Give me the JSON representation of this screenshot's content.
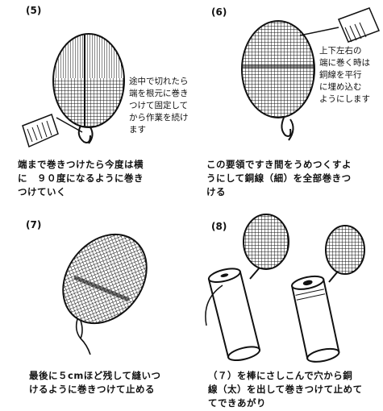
{
  "steps": [
    {
      "num": "(5)",
      "note": [
        "途中で切れたら",
        "端を根元に巻き",
        "つけて固定して",
        "から作業を続け",
        "ます"
      ],
      "caption": [
        "端まで巻きつけたら今度は横",
        "に　９０度になるように巻き",
        "つけていく"
      ]
    },
    {
      "num": "(6)",
      "note": [
        "上下左右の",
        "端に巻く時は",
        "銅線を平行",
        "に埋め込む",
        "ようにします"
      ],
      "caption": [
        "この要領ですき間をうめつくすよ",
        "うにして銅線（細）を全部巻きつ",
        "ける"
      ]
    },
    {
      "num": "(7)",
      "caption": [
        "最後に５cmほど残して縫いつ",
        "けるように巻きつけて止める"
      ]
    },
    {
      "num": "(8)",
      "caption": [
        "（７）を棒にさしこんで穴から銅",
        "線（太）を出して巻きつけて止めて",
        "てできあがり"
      ]
    }
  ],
  "icons": [
    "wire-spool-icon",
    "spoon-head-icon",
    "dowel-stick-icon"
  ]
}
